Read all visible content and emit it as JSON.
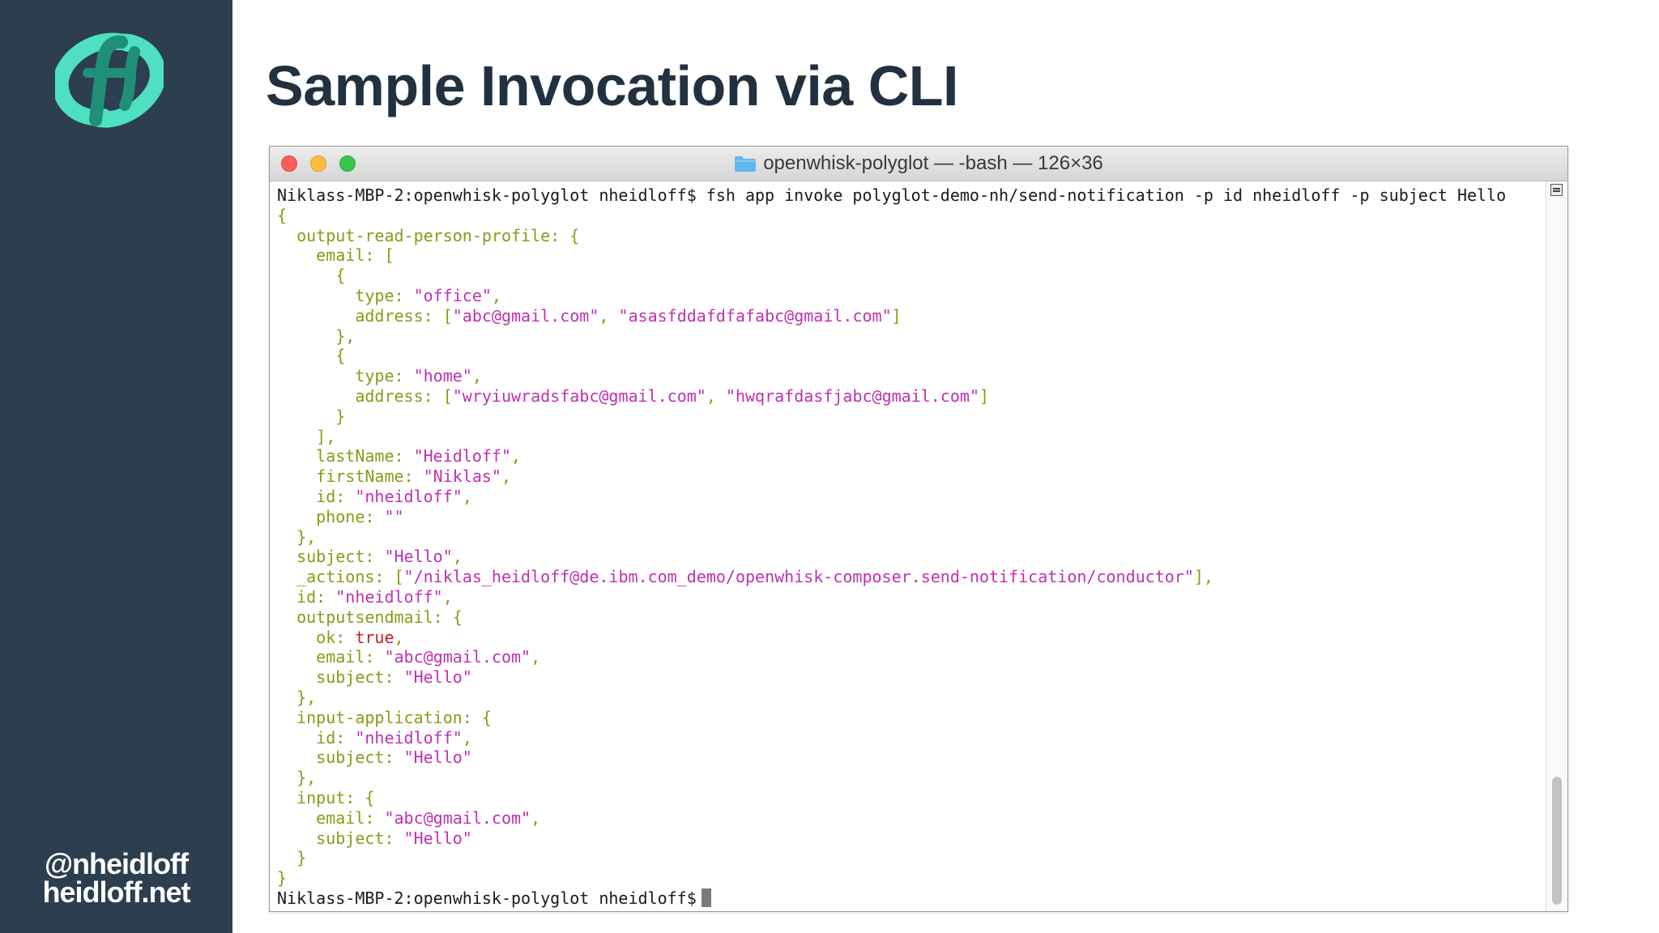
{
  "slide": {
    "title": "Sample Invocation via CLI",
    "handle": "@nheidloff",
    "website": "heidloff.net",
    "logo": "fn-logo-icon",
    "colors": {
      "sidebar": "#2c3e50",
      "logo_light": "#4ee0c0",
      "logo_dark": "#1f8f78",
      "title": "#22313f"
    }
  },
  "terminal": {
    "window_title": "openwhisk-polyglot — -bash — 126×36",
    "colors": {
      "key": "#8a9a16",
      "string": "#c030b0",
      "boolean": "#c02020",
      "command": "#1a1a1a"
    },
    "lines": [
      [
        {
          "t": "Niklass-MBP-2:openwhisk-polyglot nheidloff$ fsh app invoke polyglot-demo-nh/send-notification -p id nheidloff -p subject Hello",
          "c": "cmd"
        }
      ],
      [
        {
          "t": "{",
          "c": "k"
        }
      ],
      [
        {
          "t": "  output-read-person-profile: {",
          "c": "k"
        }
      ],
      [
        {
          "t": "    email: [",
          "c": "k"
        }
      ],
      [
        {
          "t": "      {",
          "c": "k"
        }
      ],
      [
        {
          "t": "        type: ",
          "c": "k"
        },
        {
          "t": "\"office\"",
          "c": "s"
        },
        {
          "t": ",",
          "c": "k"
        }
      ],
      [
        {
          "t": "        address: [",
          "c": "k"
        },
        {
          "t": "\"abc@gmail.com\"",
          "c": "s"
        },
        {
          "t": ", ",
          "c": "k"
        },
        {
          "t": "\"asasfddafdfafabc@gmail.com\"",
          "c": "s"
        },
        {
          "t": "]",
          "c": "k"
        }
      ],
      [
        {
          "t": "      },",
          "c": "k"
        }
      ],
      [
        {
          "t": "      {",
          "c": "k"
        }
      ],
      [
        {
          "t": "        type: ",
          "c": "k"
        },
        {
          "t": "\"home\"",
          "c": "s"
        },
        {
          "t": ",",
          "c": "k"
        }
      ],
      [
        {
          "t": "        address: [",
          "c": "k"
        },
        {
          "t": "\"wryiuwradsfabc@gmail.com\"",
          "c": "s"
        },
        {
          "t": ", ",
          "c": "k"
        },
        {
          "t": "\"hwqrafdasfjabc@gmail.com\"",
          "c": "s"
        },
        {
          "t": "]",
          "c": "k"
        }
      ],
      [
        {
          "t": "      }",
          "c": "k"
        }
      ],
      [
        {
          "t": "    ],",
          "c": "k"
        }
      ],
      [
        {
          "t": "    lastName: ",
          "c": "k"
        },
        {
          "t": "\"Heidloff\"",
          "c": "s"
        },
        {
          "t": ",",
          "c": "k"
        }
      ],
      [
        {
          "t": "    firstName: ",
          "c": "k"
        },
        {
          "t": "\"Niklas\"",
          "c": "s"
        },
        {
          "t": ",",
          "c": "k"
        }
      ],
      [
        {
          "t": "    id: ",
          "c": "k"
        },
        {
          "t": "\"nheidloff\"",
          "c": "s"
        },
        {
          "t": ",",
          "c": "k"
        }
      ],
      [
        {
          "t": "    phone: ",
          "c": "k"
        },
        {
          "t": "\"\"",
          "c": "s"
        }
      ],
      [
        {
          "t": "  },",
          "c": "k"
        }
      ],
      [
        {
          "t": "  subject: ",
          "c": "k"
        },
        {
          "t": "\"Hello\"",
          "c": "s"
        },
        {
          "t": ",",
          "c": "k"
        }
      ],
      [
        {
          "t": "  _actions: [",
          "c": "k"
        },
        {
          "t": "\"/niklas_heidloff@de.ibm.com_demo/openwhisk-composer.send-notification/conductor\"",
          "c": "s"
        },
        {
          "t": "],",
          "c": "k"
        }
      ],
      [
        {
          "t": "  id: ",
          "c": "k"
        },
        {
          "t": "\"nheidloff\"",
          "c": "s"
        },
        {
          "t": ",",
          "c": "k"
        }
      ],
      [
        {
          "t": "  outputsendmail: {",
          "c": "k"
        }
      ],
      [
        {
          "t": "    ok: ",
          "c": "k"
        },
        {
          "t": "true",
          "c": "b"
        },
        {
          "t": ",",
          "c": "k"
        }
      ],
      [
        {
          "t": "    email: ",
          "c": "k"
        },
        {
          "t": "\"abc@gmail.com\"",
          "c": "s"
        },
        {
          "t": ",",
          "c": "k"
        }
      ],
      [
        {
          "t": "    subject: ",
          "c": "k"
        },
        {
          "t": "\"Hello\"",
          "c": "s"
        }
      ],
      [
        {
          "t": "  },",
          "c": "k"
        }
      ],
      [
        {
          "t": "  input-application: {",
          "c": "k"
        }
      ],
      [
        {
          "t": "    id: ",
          "c": "k"
        },
        {
          "t": "\"nheidloff\"",
          "c": "s"
        },
        {
          "t": ",",
          "c": "k"
        }
      ],
      [
        {
          "t": "    subject: ",
          "c": "k"
        },
        {
          "t": "\"Hello\"",
          "c": "s"
        }
      ],
      [
        {
          "t": "  },",
          "c": "k"
        }
      ],
      [
        {
          "t": "  input: {",
          "c": "k"
        }
      ],
      [
        {
          "t": "    email: ",
          "c": "k"
        },
        {
          "t": "\"abc@gmail.com\"",
          "c": "s"
        },
        {
          "t": ",",
          "c": "k"
        }
      ],
      [
        {
          "t": "    subject: ",
          "c": "k"
        },
        {
          "t": "\"Hello\"",
          "c": "s"
        }
      ],
      [
        {
          "t": "  }",
          "c": "k"
        }
      ],
      [
        {
          "t": "}",
          "c": "k"
        }
      ]
    ],
    "prompt": "Niklass-MBP-2:openwhisk-polyglot nheidloff$"
  }
}
